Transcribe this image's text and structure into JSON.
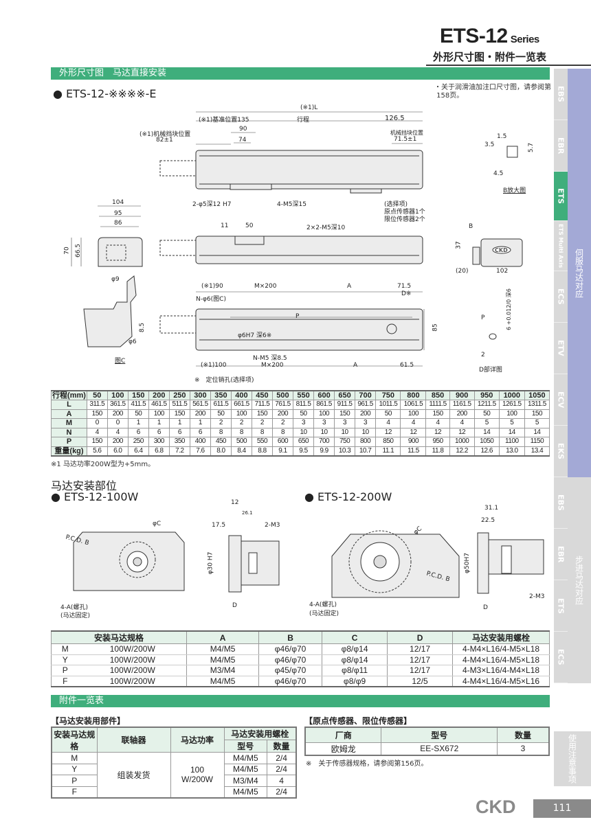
{
  "header": {
    "title": "ETS-12",
    "series": "Series",
    "subtitle": "外形尺寸图・附件一览表"
  },
  "section1": {
    "bar": "外形尺寸图　马达直接安装",
    "model": "● ETS-12-※※※※-E",
    "note": "・关于润滑油加注口尺寸图，请参阅第\n 158页。"
  },
  "drawing": {
    "L": "(※1)L",
    "ref135": "(※1)基准位置135",
    "stroke": "行程",
    "d1265": "126.5",
    "mech_l": "(※1)机械挡块位置",
    "d82": "82±1",
    "d90": "90",
    "d74": "74",
    "mech_r": "机械挡块位置",
    "d715": "71.5±1",
    "pin": "2-φ5深12 H7",
    "m5_15": "4-M5深15",
    "opt1": "(选择项)",
    "opt2": "原点传感器1个",
    "opt3": "限位传感器2个",
    "d104": "104",
    "d95": "95",
    "d86": "86",
    "d70": "70",
    "d665": "66.5",
    "d11": "11",
    "d50": "50",
    "m5_10": "2×2-M5深10",
    "phi9": "φ9",
    "d85b": "8.5",
    "phi6": "φ6",
    "figC": "图C",
    "d90b": "(※1)90",
    "mx200": "M×200",
    "A": "A",
    "d715b": "71.5",
    "Dmark": "D※",
    "nphi6": "N-φ6(图C)",
    "P": "P",
    "phi6h7": "φ6H7 深6※",
    "d85": "85",
    "nm5": "N-M5 深8.5",
    "d100": "(※1)100",
    "mx200b": "M×200",
    "A2": "A",
    "d615": "61.5",
    "pinnote": "※　定位销孔(选择项)",
    "d15": "1.5",
    "d35": "3.5",
    "d57": "5.7",
    "d45": "4.5",
    "figB": "B放大图",
    "B": "B",
    "d37": "37",
    "d20": "(20)",
    "d102": "102",
    "logo": "CKD",
    "Pd": "P",
    "d6": "6 +0.012/0 深6",
    "d2": "2",
    "figD": "D部详图"
  },
  "table1": {
    "header": [
      "行程(mm)",
      "50",
      "100",
      "150",
      "200",
      "250",
      "300",
      "350",
      "400",
      "450",
      "500",
      "550",
      "600",
      "650",
      "700",
      "750",
      "800",
      "850",
      "900",
      "950",
      "1000",
      "1050"
    ],
    "rows": [
      [
        "L",
        "311.5",
        "361.5",
        "411.5",
        "461.5",
        "511.5",
        "561.5",
        "611.5",
        "661.5",
        "711.5",
        "761.5",
        "811.5",
        "861.5",
        "911.5",
        "961.5",
        "1011.5",
        "1061.5",
        "1111.5",
        "1161.5",
        "1211.5",
        "1261.5",
        "1311.5"
      ],
      [
        "A",
        "150",
        "200",
        "50",
        "100",
        "150",
        "200",
        "50",
        "100",
        "150",
        "200",
        "50",
        "100",
        "150",
        "200",
        "50",
        "100",
        "150",
        "200",
        "50",
        "100",
        "150"
      ],
      [
        "M",
        "0",
        "0",
        "1",
        "1",
        "1",
        "1",
        "2",
        "2",
        "2",
        "2",
        "3",
        "3",
        "3",
        "3",
        "4",
        "4",
        "4",
        "4",
        "5",
        "5",
        "5"
      ],
      [
        "N",
        "4",
        "4",
        "6",
        "6",
        "6",
        "6",
        "8",
        "8",
        "8",
        "8",
        "10",
        "10",
        "10",
        "10",
        "12",
        "12",
        "12",
        "12",
        "14",
        "14",
        "14"
      ],
      [
        "P",
        "150",
        "200",
        "250",
        "300",
        "350",
        "400",
        "450",
        "500",
        "550",
        "600",
        "650",
        "700",
        "750",
        "800",
        "850",
        "900",
        "950",
        "1000",
        "1050",
        "1100",
        "1150"
      ],
      [
        "重量(kg)",
        "5.6",
        "6.0",
        "6.4",
        "6.8",
        "7.2",
        "7.6",
        "8.0",
        "8.4",
        "8.8",
        "9.1",
        "9.5",
        "9.9",
        "10.3",
        "10.7",
        "11.1",
        "11.5",
        "11.8",
        "12.2",
        "12.6",
        "13.0",
        "13.4"
      ]
    ],
    "note": "※1 马达功率200W型为+5mm。"
  },
  "motor": {
    "title": "马达安装部位",
    "m100": "● ETS-12-100W",
    "m200": "● ETS-12-200W",
    "l100": {
      "phiC": "φC",
      "pcd": "P.C.D. B",
      "holes1": "4-A(螺孔)",
      "holes2": "(马达固定)",
      "d12": "12",
      "d261": "26.1",
      "d175": "17.5",
      "m3": "2-M3",
      "phi30": "φ30 H7",
      "D": "D"
    },
    "l200": {
      "phiC": "φC",
      "pcd": "P.C.D. B",
      "holes1": "4-A(螺孔)",
      "holes2": "(马达固定)",
      "d311": "31.1",
      "d225": "22.5",
      "phi50": "φ50H7",
      "m3": "2-M3",
      "D": "D"
    }
  },
  "table2": {
    "header": [
      "安装马达规格",
      "A",
      "B",
      "C",
      "D",
      "马达安装用螺栓"
    ],
    "rows": [
      [
        "M",
        "100W/200W",
        "M4/M5",
        "φ46/φ70",
        "φ8/φ14",
        "12/17",
        "4-M4×L16/4-M5×L18"
      ],
      [
        "Y",
        "100W/200W",
        "M4/M5",
        "φ46/φ70",
        "φ8/φ14",
        "12/17",
        "4-M4×L16/4-M5×L18"
      ],
      [
        "P",
        "100W/200W",
        "M3/M4",
        "φ45/φ70",
        "φ8/φ11",
        "12/17",
        "4-M3×L16/4-M4×L18"
      ],
      [
        "F",
        "100W/200W",
        "M4/M5",
        "φ46/φ70",
        "φ8/φ9",
        "12/5",
        "4-M4×L16/4-M5×L16"
      ]
    ]
  },
  "section2": {
    "bar": "附件一览表"
  },
  "parts": {
    "title": "【马达安装用部件】",
    "h_spec": "安装马达规格",
    "h_coupling": "联轴器",
    "h_power": "马达功率",
    "h_bolt": "马达安装用螺栓",
    "h_type": "型号",
    "h_qty": "数量",
    "coupling": "组装发货",
    "power": "100 W/200W",
    "rows": [
      [
        "M",
        "M4/M5",
        "2/4"
      ],
      [
        "Y",
        "M4/M5",
        "2/4"
      ],
      [
        "P",
        "M3/M4",
        "4"
      ],
      [
        "F",
        "M4/M5",
        "2/4"
      ]
    ]
  },
  "sensor": {
    "title": "【原点传感器、限位传感器】",
    "header": [
      "厂商",
      "型号",
      "数量"
    ],
    "row": [
      "欧姆龙",
      "EE-SX672",
      "3"
    ],
    "note": "※　关于传感器规格，请参阅第156页。"
  },
  "sidebar": {
    "servo_label": "伺服马达对应",
    "stepper_label": "步进马达对应",
    "caution_label": "使用注意事项",
    "servo_tabs": [
      "EBS",
      "EBR",
      "ETS",
      "ETS Multi Axis",
      "ECS",
      "ETV",
      "ECV",
      "EKS"
    ],
    "stepper_tabs": [
      "EBS",
      "EBR",
      "ETS",
      "ECS"
    ]
  },
  "footer": {
    "brand": "CKD",
    "page": "111"
  },
  "colors": {
    "green": "#3fae7c",
    "servo": "#a3a9d6",
    "gray": "#d9d9d9"
  }
}
